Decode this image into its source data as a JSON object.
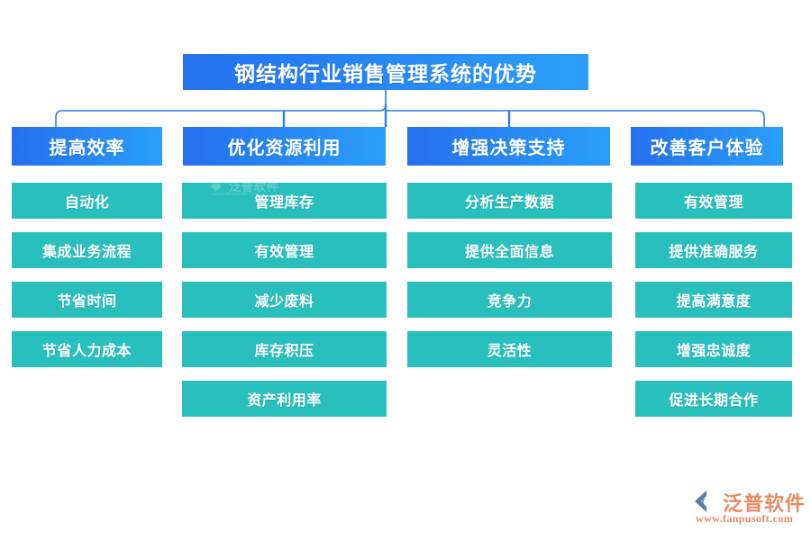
{
  "title": {
    "text": "钢结构行业销售管理系统的优势"
  },
  "colors": {
    "title_gradient_start": "#2470ee",
    "title_gradient_end": "#2a9ffa",
    "header_gradient_start": "#2470ee",
    "header_gradient_end": "#2a9ffa",
    "item_teal": "#28bfbd",
    "connector_line": "#2a7fe8",
    "logo_orange": "#e98a63",
    "logo_mark_blue": "#5a7fa8",
    "background": "#ffffff"
  },
  "columns": [
    {
      "header": "提高效率",
      "items": [
        "自动化",
        "集成业务流程",
        "节省时间",
        "节省人力成本"
      ]
    },
    {
      "header": "优化资源利用",
      "items": [
        "管理库存",
        "有效管理",
        "减少废料",
        "库存积压",
        "资产利用率"
      ]
    },
    {
      "header": "增强决策支持",
      "items": [
        "分析生产数据",
        "提供全面信息",
        "竞争力",
        "灵活性"
      ]
    },
    {
      "header": "改善客户体验",
      "items": [
        "有效管理",
        "提供准确服务",
        "提高满意度",
        "增强忠诚度",
        "促进长期合作"
      ]
    }
  ],
  "watermark": {
    "brand": "泛普软件",
    "sub": "www.fanpusoft.com"
  },
  "logo": {
    "brand": "泛普软件",
    "url": "www.fanpusoft.com"
  }
}
